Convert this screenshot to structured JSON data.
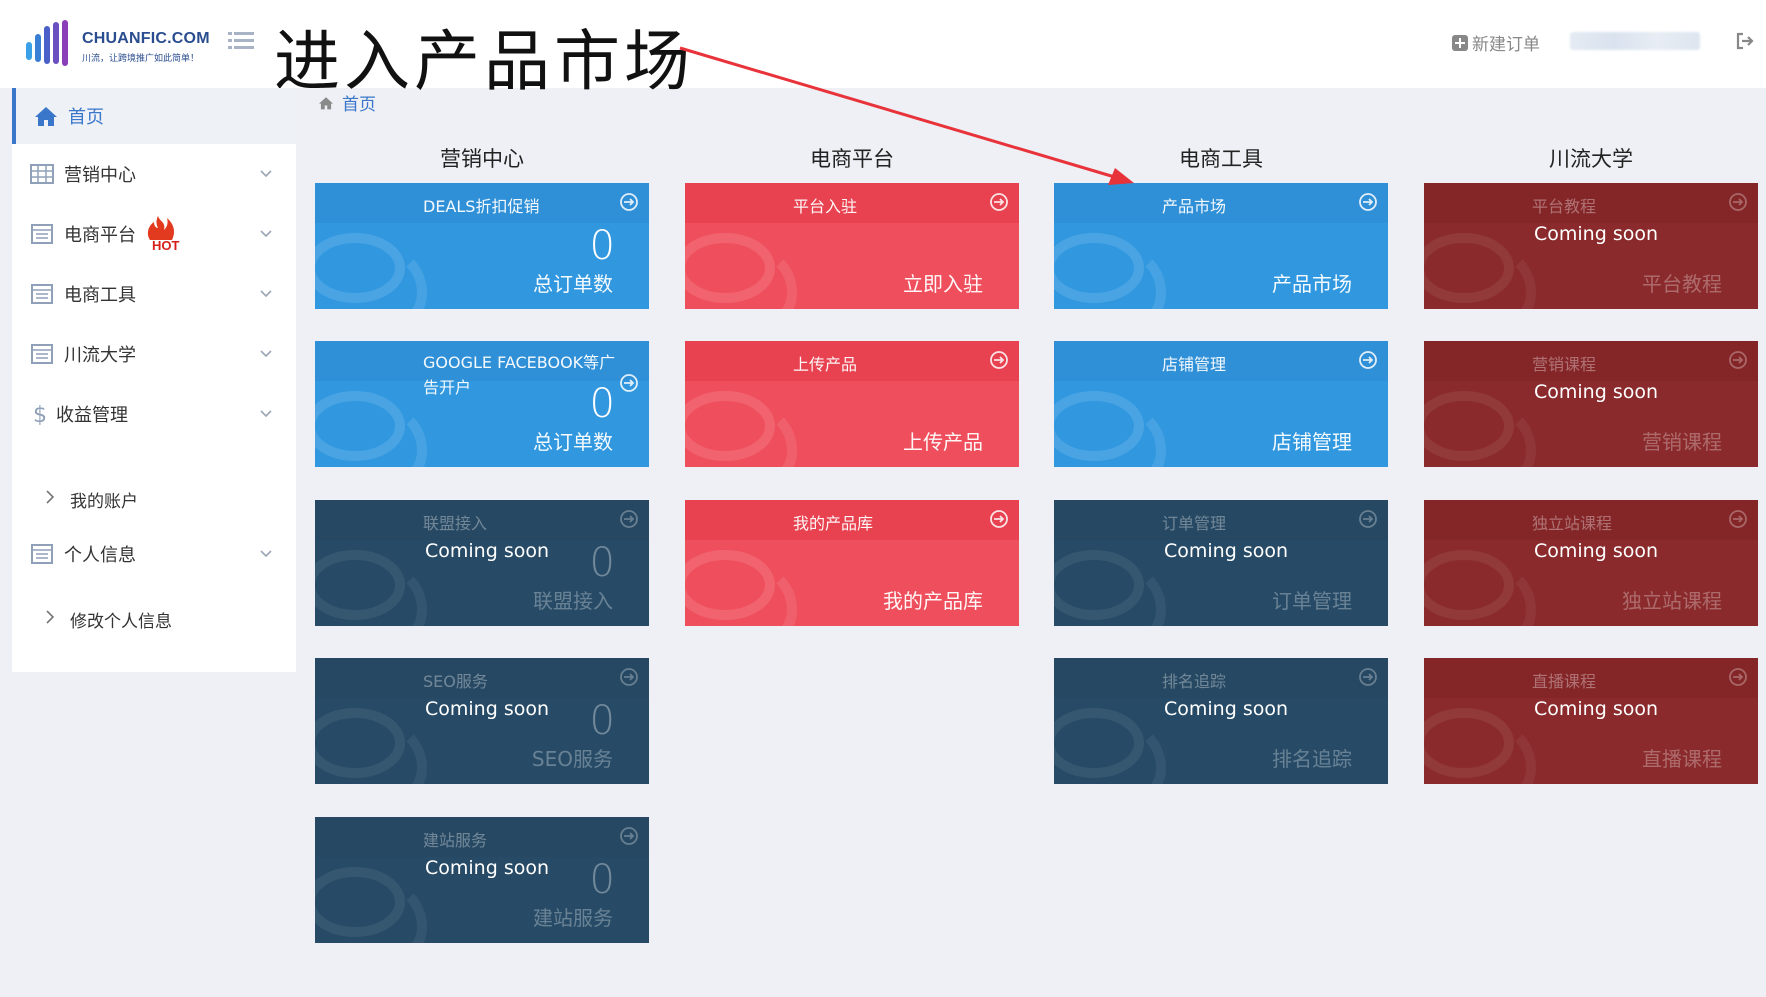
{
  "header": {
    "logo_text": "CHUANFIC.COM",
    "logo_sub": "川流，让跨境推广如此简单！",
    "annotation": "进入产品市场",
    "new_order": "新建订单"
  },
  "sidebar": {
    "items": [
      {
        "label": "首页",
        "icon": "home-icon"
      },
      {
        "label": "营销中心",
        "icon": "grid-icon"
      },
      {
        "label": "电商平台",
        "icon": "calendar-icon",
        "badge": "HOT"
      },
      {
        "label": "电商工具",
        "icon": "calendar-icon"
      },
      {
        "label": "川流大学",
        "icon": "calendar-icon"
      },
      {
        "label": "收益管理",
        "icon": "dollar-icon"
      },
      {
        "label": "个人信息",
        "icon": "calendar-icon"
      }
    ],
    "subitems": [
      {
        "label": "我的账户"
      },
      {
        "label": "修改个人信息"
      }
    ]
  },
  "breadcrumb": {
    "label": "首页"
  },
  "columns": [
    {
      "title": "营销中心"
    },
    {
      "title": "电商平台"
    },
    {
      "title": "电商工具"
    },
    {
      "title": "川流大学"
    }
  ],
  "cards": {
    "c1": {
      "title": "DEALS折扣促销",
      "num": "0",
      "sub": "总订单数"
    },
    "c2": {
      "title": "GOOGLE FACEBOOK等广告开户",
      "num": "0",
      "sub": "总订单数"
    },
    "c3": {
      "title": "联盟接入",
      "soon": "Coming soon",
      "num": "0",
      "sub": "联盟接入"
    },
    "c4": {
      "title": "SEO服务",
      "soon": "Coming soon",
      "num": "0",
      "sub": "SEO服务"
    },
    "c5": {
      "title": "建站服务",
      "soon": "Coming soon",
      "num": "0",
      "sub": "建站服务"
    },
    "e1": {
      "title": "平台入驻",
      "sub": "立即入驻"
    },
    "e2": {
      "title": "上传产品",
      "sub": "上传产品"
    },
    "e3": {
      "title": "我的产品库",
      "sub": "我的产品库"
    },
    "t1": {
      "title": "产品市场",
      "sub": "产品市场"
    },
    "t2": {
      "title": "店铺管理",
      "sub": "店铺管理"
    },
    "t3": {
      "title": "订单管理",
      "soon": "Coming soon",
      "sub": "订单管理"
    },
    "t4": {
      "title": "排名追踪",
      "soon": "Coming soon",
      "sub": "排名追踪"
    },
    "u1": {
      "title": "平台教程",
      "soon": "Coming soon",
      "sub": "平台教程"
    },
    "u2": {
      "title": "营销课程",
      "soon": "Coming soon",
      "sub": "营销课程"
    },
    "u3": {
      "title": "独立站课程",
      "soon": "Coming soon",
      "sub": "独立站课程"
    },
    "u4": {
      "title": "直播课程",
      "soon": "Coming soon",
      "sub": "直播课程"
    }
  },
  "colors": {
    "blue": "#3198e0",
    "red": "#ef4f5c",
    "navy": "#274b66",
    "maroon": "#8a2a2c",
    "accent": "#3a76c9",
    "annotation_arrow": "#e8333b"
  }
}
